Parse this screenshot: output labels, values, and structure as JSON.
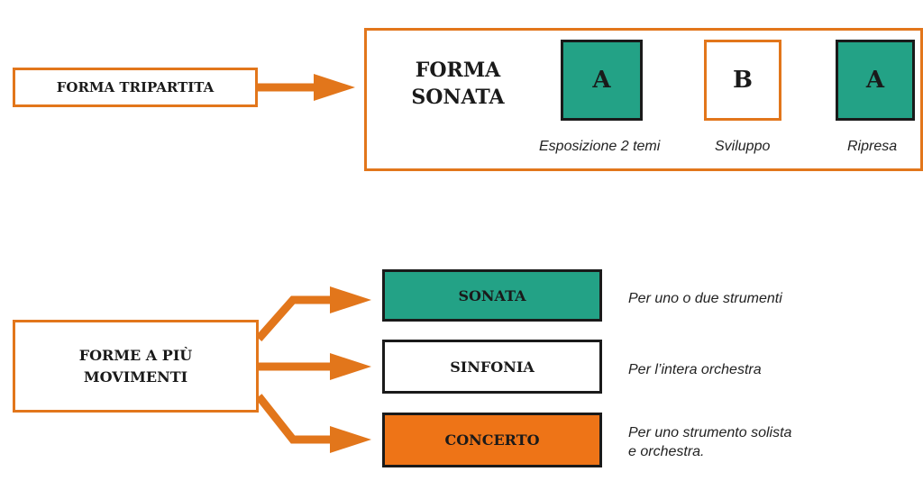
{
  "colors": {
    "accent": "#e2761b",
    "teal": "#23a286",
    "orange_fill": "#ee7417",
    "ink": "#1a1a1a"
  },
  "top": {
    "source_label": "FORMA TRIPARTITA",
    "sonata_title_line1": "FORMA",
    "sonata_title_line2": "SONATA",
    "sections": [
      {
        "letter": "A",
        "caption": "Esposizione 2 temi",
        "fill": "teal"
      },
      {
        "letter": "B",
        "caption": "Sviluppo",
        "fill": "white"
      },
      {
        "letter": "A",
        "caption": "Ripresa",
        "fill": "teal"
      }
    ]
  },
  "bottom": {
    "source_label_line1": "FORME A PIÙ",
    "source_label_line2": "MOVIMENTI",
    "items": [
      {
        "label": "SONATA",
        "note_line1": "Per uno o due strumenti",
        "note_line2": "",
        "fill": "teal"
      },
      {
        "label": "SINFONIA",
        "note_line1": "Per l’intera orchestra",
        "note_line2": "",
        "fill": "white"
      },
      {
        "label": "CONCERTO",
        "note_line1": "Per uno strumento solista",
        "note_line2": "e orchestra.",
        "fill": "orange"
      }
    ]
  }
}
